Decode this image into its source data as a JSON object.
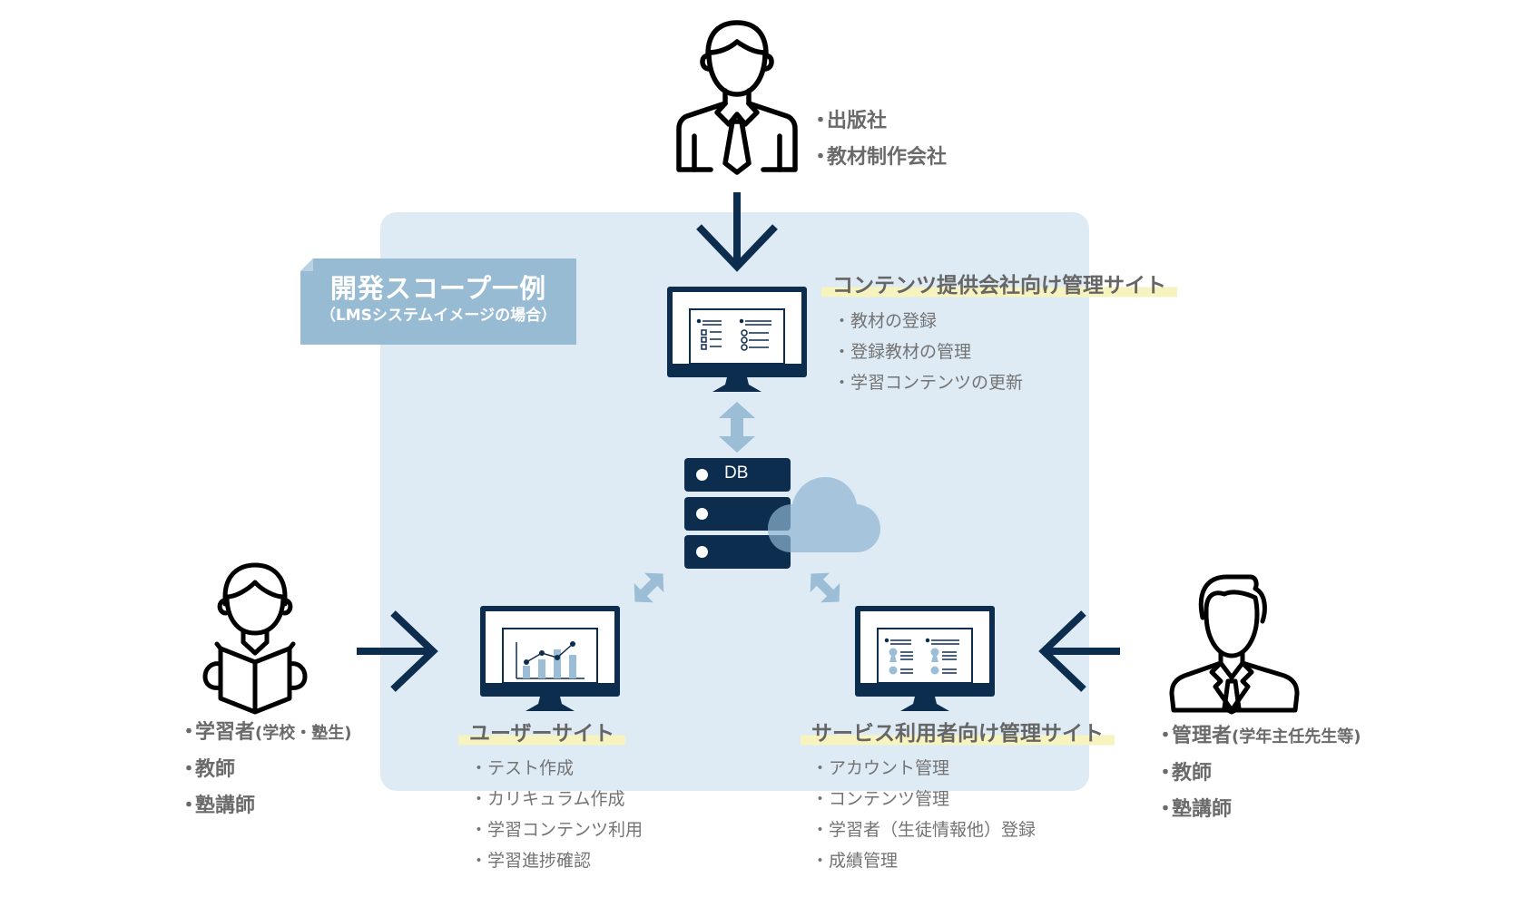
{
  "scope_label": {
    "title": "開発スコープ一例",
    "subtitle": "（LMSシステムイメージの場合）"
  },
  "actors": {
    "top": {
      "icon": "businessman-with-tie-icon",
      "items": [
        "出版社",
        "教材制作会社"
      ]
    },
    "left": {
      "icon": "student-reading-book-icon",
      "items": [
        {
          "main": "学習者",
          "note": "(学校・塾生)"
        },
        {
          "main": "教師",
          "note": ""
        },
        {
          "main": "塾講師",
          "note": ""
        }
      ]
    },
    "right": {
      "icon": "manager-in-suit-icon",
      "items": [
        {
          "main": "管理者",
          "note": "(学年主任先生等)"
        },
        {
          "main": "教師",
          "note": ""
        },
        {
          "main": "塾講師",
          "note": ""
        }
      ]
    }
  },
  "sites": {
    "content_provider": {
      "title": "コンテンツ提供会社向け管理サイト",
      "items": [
        "教材の登録",
        "登録教材の管理",
        "学習コンテンツの更新"
      ]
    },
    "user_site": {
      "title": "ユーザーサイト",
      "items": [
        "テスト作成",
        "カリキュラム作成",
        "学習コンテンツ利用",
        "学習進捗確認"
      ]
    },
    "service_admin": {
      "title": "サービス利用者向け管理サイト",
      "items": [
        "アカウント管理",
        "コンテンツ管理",
        "学習者（生徒情報他）登録",
        "成績管理"
      ]
    }
  },
  "database": {
    "label": "DB"
  },
  "colors": {
    "navy": "#0d2d4e",
    "scope_panel": "#deebf4",
    "scope_label": "#98bbd4",
    "accent_light_blue": "#9bbdd6",
    "highlight_yellow": "#f6f3bf",
    "text_gray": "#6e6e6e"
  }
}
